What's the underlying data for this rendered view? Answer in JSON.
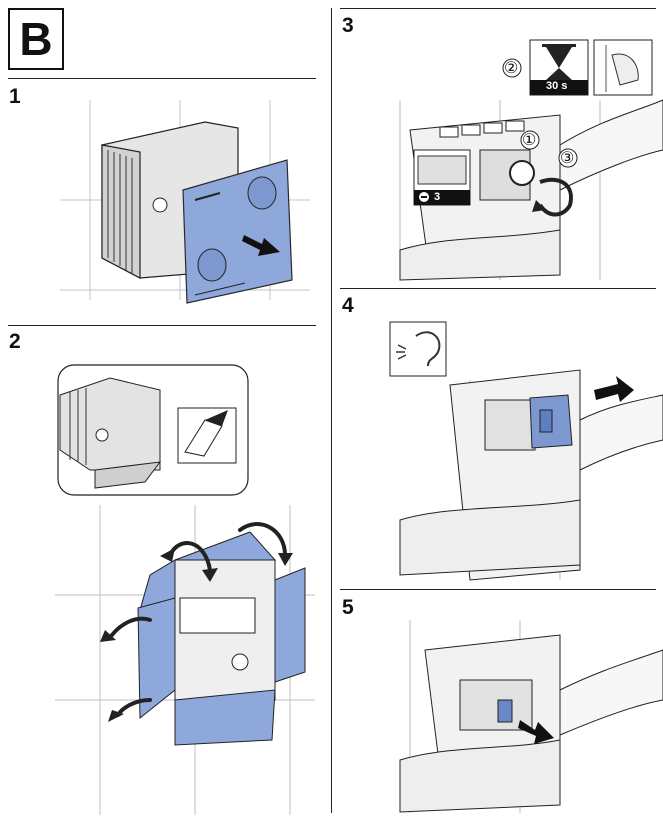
{
  "section": {
    "letter": "B"
  },
  "steps": [
    {
      "number": "1"
    },
    {
      "number": "2"
    },
    {
      "number": "3"
    },
    {
      "number": "4"
    },
    {
      "number": "5"
    }
  ],
  "step3": {
    "circle_labels": [
      "①",
      "②",
      "③"
    ],
    "timer_label": "30 s",
    "wrench_label": "3"
  },
  "icons": {
    "hourglass": "hourglass-icon",
    "ear": "ear-sound-icon",
    "knife": "utility-knife-icon",
    "wall_mount": "wall-mount-icon"
  },
  "colors": {
    "cover_blue": "#8fa8dc",
    "cover_blue_dark": "#5f7fc4",
    "outline": "#222222",
    "tile_line": "#b8b8b8"
  }
}
